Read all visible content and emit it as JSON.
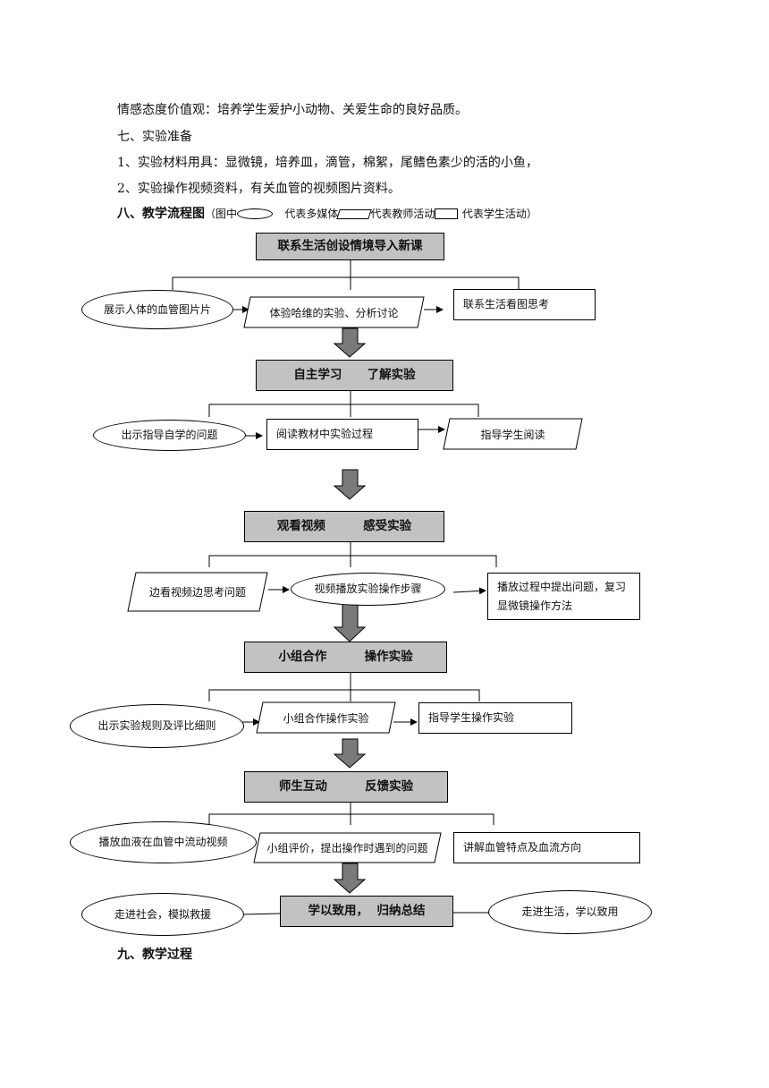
{
  "text": {
    "line1": "情感态度价值观：培养学生爱护小动物、关爱生命的良好品质。",
    "line2": "七、实验准备",
    "line3": "1、实验材料用具：显微镜，培养皿，滴管，棉絮，尾鳍色素少的活的小鱼，",
    "line4": "2、实验操作视频资料，有关血管的视频图片资料。",
    "line5_title": "八、教学流程图",
    "legend_open": "（图中",
    "legend_media": "代表多媒体",
    "legend_teacher": "代表教师活动",
    "legend_student": "代表学生活动）",
    "last": "九、教学过程"
  },
  "flow": {
    "s1": {
      "title": "联系生活创设情境导入新课",
      "media": "展示人体的血管图片片",
      "student": "体验哈维的实验、分析讨论",
      "teacher": "联系生活看图思考"
    },
    "s2": {
      "title": "自主学习      了解实验",
      "media": "出示指导自学的问题",
      "teacher": "阅读教材中实验过程",
      "student": "指导学生阅读"
    },
    "s3": {
      "title": "观看视频         感受实验",
      "student": "边看视频边思考问题",
      "media": "视频播放实验操作步骤",
      "teacher": "播放过程中提出问题，复习显微镜操作方法"
    },
    "s4": {
      "title": "小组合作         操作实验",
      "media": "出示实验规则及评比细则",
      "student": "小组合作操作实验",
      "teacher": "指导学生操作实验"
    },
    "s5": {
      "title": "师生互动         反馈实验",
      "media": "播放血液在血管中流动视频",
      "student": "小组评价，提出操作时遇到的问题",
      "teacher": "讲解血管特点及血流方向"
    },
    "s6": {
      "title": "学以致用，  归纳总结",
      "left": "走进社会，模拟救援",
      "right": "走进生活，学以致用"
    }
  }
}
